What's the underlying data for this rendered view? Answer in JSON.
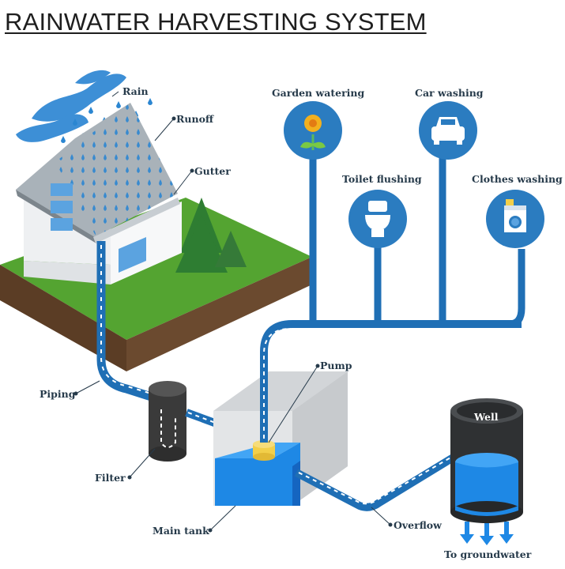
{
  "title": "RAINWATER HARVESTING SYSTEM",
  "labels": {
    "rain": "Rain",
    "runoff": "Runoff",
    "gutter": "Gutter",
    "piping": "Piping",
    "filter": "Filter",
    "main_tank": "Main tank",
    "pump": "Pump",
    "overflow": "Overflow",
    "well": "Well",
    "groundwater": "To groundwater"
  },
  "uses": [
    {
      "label": "Garden watering",
      "icon": "sunflower-icon"
    },
    {
      "label": "Car washing",
      "icon": "car-icon"
    },
    {
      "label": "Toilet flushing",
      "icon": "toilet-icon"
    },
    {
      "label": "Clothes washing",
      "icon": "washing-machine-icon"
    }
  ],
  "colors": {
    "pipe": "#1f6fb5",
    "water": "#1e88e5",
    "use_circle": "#2b7cc0",
    "grass": "#54a431",
    "soil": "#6b4a2f",
    "roof": "#9aa4ac",
    "tank": "#e3e5e7",
    "filter": "#3a3a3a",
    "pump": "#f2cf4a"
  }
}
